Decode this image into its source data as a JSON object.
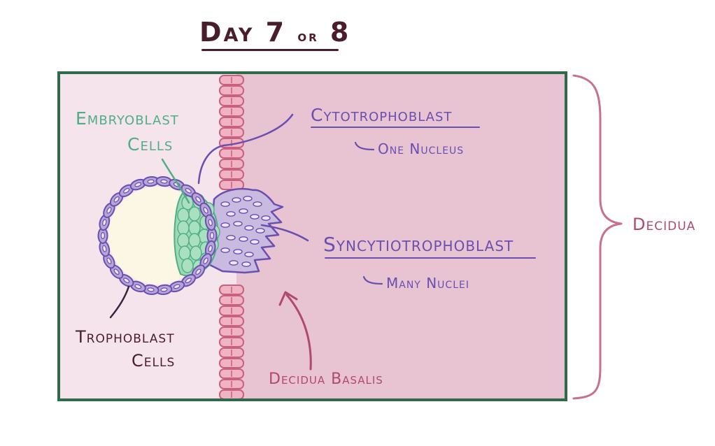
{
  "title": {
    "day": "Day 7",
    "or": "or",
    "eight": "8"
  },
  "labels": {
    "embryoblast_line1": "Embryoblast",
    "embryoblast_line2": "Cells",
    "trophoblast_line1": "Trophoblast",
    "trophoblast_line2": "Cells",
    "cytotrophoblast": "Cytotrophoblast",
    "cytotrophoblast_note": "One Nucleus",
    "syncytiotrophoblast": "Syncytiotrophoblast",
    "syncytiotrophoblast_note": "Many Nuclei",
    "decidua_basalis": "Decidua Basalis",
    "decidua": "Decidua"
  },
  "colors": {
    "frame_border": "#2f6b4a",
    "left_tissue": "#f5e4ec",
    "right_tissue": "#e8c3d2",
    "epithelium": "#e39aaf",
    "trophoblast": "#9c87c8",
    "embryoblast": "#9ed9b5",
    "cavity": "#fcf7e4",
    "label_green": "#4fae86",
    "label_purple": "#6a4fb0",
    "label_pink": "#b04a6c",
    "label_dark": "#4a1d2c"
  }
}
